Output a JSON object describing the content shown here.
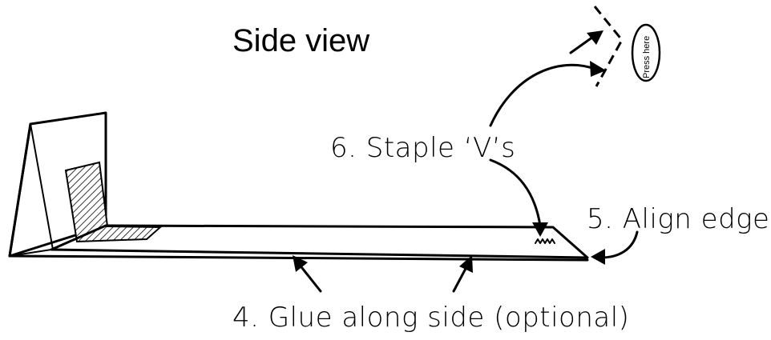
{
  "title": "Side view",
  "labels": {
    "staple": "6. Staple ‘V’s",
    "align": "5. Align edge",
    "glue": "4. Glue along side (optional)",
    "press": "Press here"
  }
}
